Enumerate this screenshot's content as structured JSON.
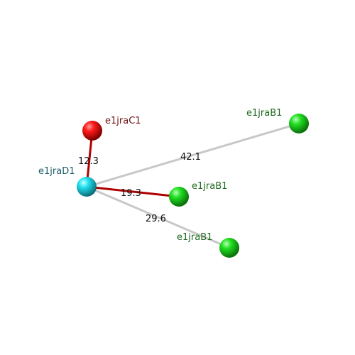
{
  "colors": {
    "red_bond": "#b00000",
    "grey_bond": "#c8c8c8",
    "label_red": "#6b0f0f",
    "label_cyan": "#1d5c6a",
    "label_green": "#1f6a1f"
  },
  "nodes": [
    {
      "id": "center",
      "label": "e1jraD1",
      "color": "cyan"
    },
    {
      "id": "red",
      "label": "e1jraC1",
      "color": "red"
    },
    {
      "id": "g1",
      "label": "e1jraB1",
      "color": "green"
    },
    {
      "id": "g2",
      "label": "e1jraB1",
      "color": "green"
    },
    {
      "id": "g3",
      "label": "e1jraB1",
      "color": "green"
    }
  ],
  "edges": [
    {
      "from": "center",
      "to": "red",
      "distance": "12.3",
      "style": "red"
    },
    {
      "from": "center",
      "to": "g1",
      "distance": "42.1",
      "style": "grey"
    },
    {
      "from": "center",
      "to": "g2",
      "distance": "19.3",
      "style": "red"
    },
    {
      "from": "center",
      "to": "g3",
      "distance": "29.6",
      "style": "grey"
    }
  ]
}
